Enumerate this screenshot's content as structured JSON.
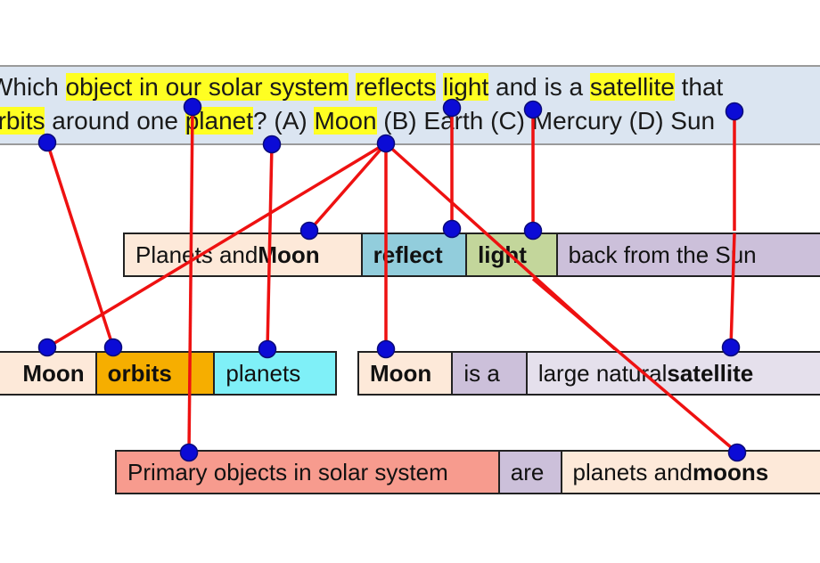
{
  "question": {
    "line1": [
      {
        "text": "Which ",
        "hl": false
      },
      {
        "text": "object in our solar system",
        "hl": true
      },
      {
        "text": " ",
        "hl": false
      },
      {
        "text": "reflects",
        "hl": true
      },
      {
        "text": " ",
        "hl": false
      },
      {
        "text": "light",
        "hl": true
      },
      {
        "text": " and is a ",
        "hl": false
      },
      {
        "text": "satellite",
        "hl": true
      },
      {
        "text": " that",
        "hl": false
      }
    ],
    "line2": [
      {
        "text": "orbits",
        "hl": true
      },
      {
        "text": " around one ",
        "hl": false
      },
      {
        "text": "planet",
        "hl": true
      },
      {
        "text": "? (A) ",
        "hl": false
      },
      {
        "text": "Moon",
        "hl": true
      },
      {
        "text": " (B) Earth (C) Mercury (D)  Sun",
        "hl": false
      }
    ]
  },
  "facts": [
    {
      "id": "fact1",
      "cells": [
        {
          "text": "Planets and ",
          "bold": "Moon",
          "bg": "#fde9d9"
        },
        {
          "text": "",
          "bold": "reflect",
          "bg": "#92cddc"
        },
        {
          "text": "",
          "bold": "light",
          "bg": "#c3d69b"
        },
        {
          "text": "back from the Sun",
          "bold": "",
          "bg": "#ccc0da"
        }
      ]
    },
    {
      "id": "fact2",
      "cells": [
        {
          "text": "",
          "bold": "Moon",
          "bg": "#fde9d9"
        },
        {
          "text": "",
          "bold": "orbits",
          "bg": "#f6ae00"
        },
        {
          "text": "planets",
          "bold": "",
          "bg": "#7ff0f8"
        }
      ]
    },
    {
      "id": "fact3",
      "cells": [
        {
          "text": "",
          "bold": "Moon",
          "bg": "#fde9d9"
        },
        {
          "text": "is a",
          "bold": "",
          "bg": "#ccc0da"
        },
        {
          "text": "large natural ",
          "bold": "satellite",
          "bg": "#e5e0ec"
        }
      ]
    },
    {
      "id": "fact4",
      "cells": [
        {
          "text": "Primary objects in solar system",
          "bold": "",
          "bg": "#f79b8e"
        },
        {
          "text": "are",
          "bold": "",
          "bg": "#ccc0da"
        },
        {
          "text": "planets and ",
          "bold": "moons",
          "bg": "#fde9d9"
        }
      ]
    }
  ],
  "colors": {
    "line": "#ee1111",
    "node": "#0b0bd6",
    "highlight": "#ffff22"
  }
}
